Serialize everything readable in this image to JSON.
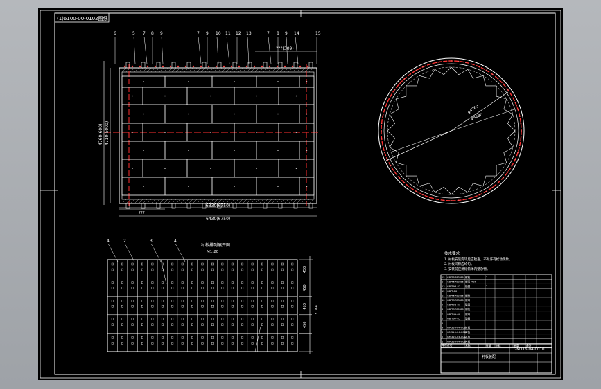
{
  "drawing": {
    "title": "(1)6100-00-0102图纸",
    "part_number": "GM316-04-0010",
    "inner_dim": "6330(6750)",
    "outer_dim": "6430(6750)",
    "left_dim_1": "4760(600)",
    "left_dim_2": "4710(5000)",
    "top_dim": "???(309)",
    "bottom_small_dim": "???",
    "circle_dim_1": "φ4760",
    "circle_dim_2": "φ4680",
    "liner_title": "衬板排列展开图",
    "liner_scale": "M1:20",
    "liner_side_dim": "2184",
    "balloon_top": [
      "6",
      "5",
      "7",
      "8",
      "9",
      "7",
      "9",
      "10",
      "11",
      "12",
      "13",
      "7",
      "8",
      "9",
      "14",
      "15"
    ],
    "balloon_bottom": [
      "4",
      "2",
      "3",
      "4"
    ],
    "right_dims": [
      "450",
      "450",
      "450",
      "450"
    ]
  },
  "notes": {
    "heading": "技术要求",
    "items": [
      "1. 衬板安装完毕后应检查，不允许有松动现象。",
      "2. 衬板间隙应均匀。",
      "3. 安装前应清除筒体内壁杂物。"
    ]
  },
  "bom": {
    "rows": [
      [
        "15",
        "GB/T5783-86",
        "螺栓",
        "2",
        "",
        "",
        ""
      ],
      [
        "14",
        "GB/T5783-86",
        "螺母 M36",
        "",
        "",
        "",
        ""
      ],
      [
        "13",
        "GB/T93-87",
        "垫圈",
        "2",
        "",
        "",
        ""
      ],
      [
        "12",
        "GB/T-86",
        "",
        "",
        "",
        "",
        ""
      ],
      [
        "11",
        "GB/T5782-86",
        "螺栓",
        "",
        "",
        "",
        ""
      ],
      [
        "10",
        "GB/T5783-86",
        "螺母",
        "",
        "",
        "",
        ""
      ],
      [
        "9",
        "GB/T93-87",
        "垫圈",
        "",
        "",
        "",
        ""
      ],
      [
        "8",
        "GB/T5780-86",
        "螺栓",
        "",
        "",
        "",
        ""
      ],
      [
        "7",
        "GB/T41-86",
        "螺母",
        "",
        "",
        "",
        ""
      ],
      [
        "6",
        "GB/T97-85",
        "垫圈",
        "",
        "",
        "",
        ""
      ],
      [
        "5",
        "",
        "",
        "",
        "",
        "",
        ""
      ],
      [
        "4",
        "GM316-04-0011",
        "衬板",
        "",
        "",
        "",
        ""
      ],
      [
        "3",
        "GM316-04-0012",
        "衬板",
        "",
        "",
        "",
        ""
      ],
      [
        "2",
        "GM316-04-0013",
        "衬板",
        "",
        "",
        "",
        ""
      ],
      [
        "1",
        "GM316-04-0014",
        "衬板",
        "",
        "",
        "",
        ""
      ]
    ],
    "header": [
      "序号",
      "代号",
      "名称",
      "数量",
      "材料",
      "单重",
      "备注"
    ],
    "title_part_number": "GM316-04-0010",
    "title_name": "衬板装配"
  }
}
